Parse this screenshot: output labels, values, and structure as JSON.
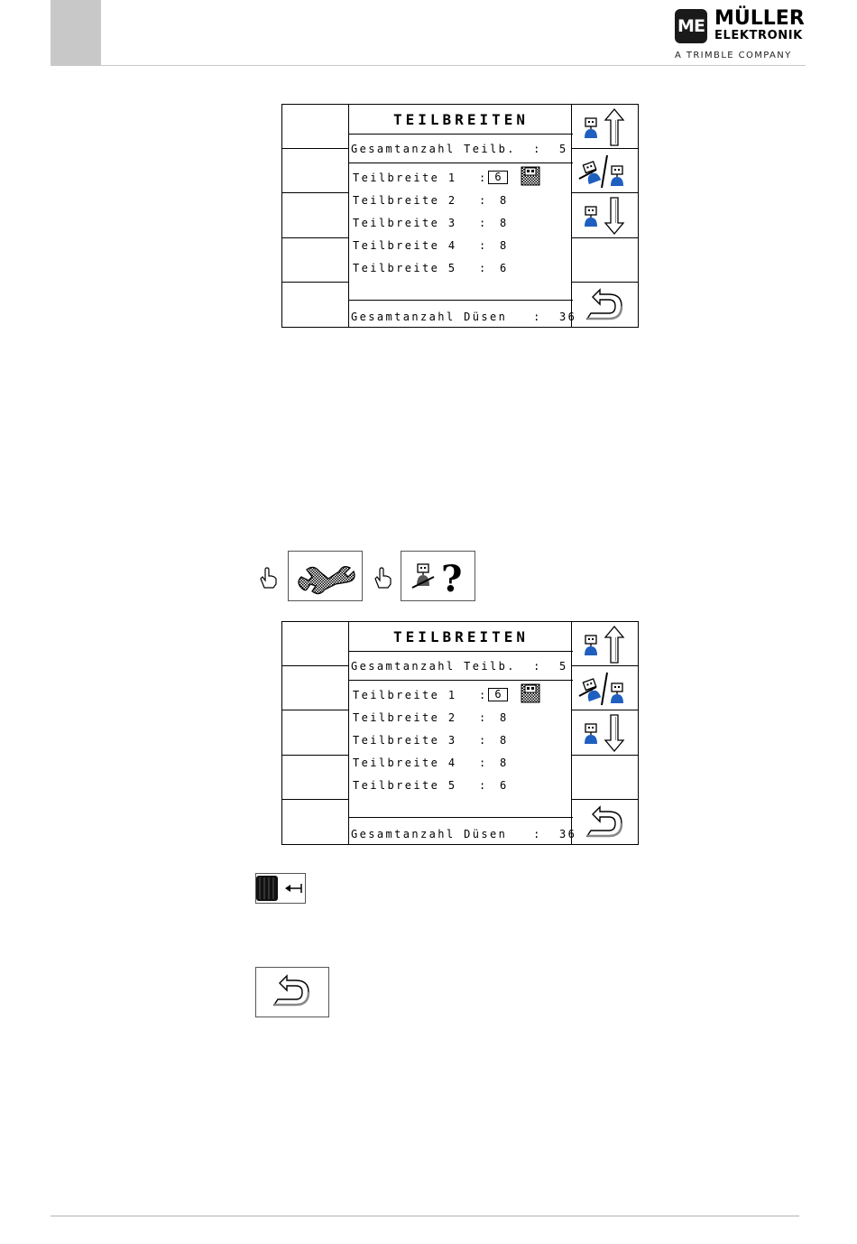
{
  "header": {
    "logo_mark": "ME",
    "brand_line1": "MÜLLER",
    "brand_line2": "ELEKTRONIK",
    "registered": "®",
    "tagline": "A TRIMBLE COMPANY"
  },
  "screens": [
    {
      "title": "TEILBREITEN",
      "total_label": "Gesamtanzahl Teilb.  :  5",
      "rows": [
        {
          "label": "Teilbreite 1",
          "sep": ":",
          "value": "6"
        },
        {
          "label": "Teilbreite 2",
          "sep": ":",
          "value": "8"
        },
        {
          "label": "Teilbreite 3",
          "sep": ":",
          "value": "8"
        },
        {
          "label": "Teilbreite 4",
          "sep": ":",
          "value": "8"
        },
        {
          "label": "Teilbreite 5",
          "sep": ":",
          "value": "6"
        }
      ],
      "nozzles_label": "Gesamtanzahl Düsen   :  36"
    },
    {
      "title": "TEILBREITEN",
      "total_label": "Gesamtanzahl Teilb.  :  5",
      "rows": [
        {
          "label": "Teilbreite 1",
          "sep": ":",
          "value": "6"
        },
        {
          "label": "Teilbreite 2",
          "sep": ":",
          "value": "8"
        },
        {
          "label": "Teilbreite 3",
          "sep": ":",
          "value": "8"
        },
        {
          "label": "Teilbreite 4",
          "sep": ":",
          "value": "8"
        },
        {
          "label": "Teilbreite 5",
          "sep": ":",
          "value": "6"
        }
      ],
      "nozzles_label": "Gesamtanzahl Düsen   :  36"
    }
  ],
  "icons": {
    "softkeys": [
      "person-up-arrow-icon",
      "person-switch-icon",
      "person-down-arrow-icon",
      "empty",
      "return-icon"
    ],
    "instruction_step1": [
      "pointing-hand-icon",
      "wrench-icon",
      "pointing-hand-icon",
      "person-question-icon"
    ],
    "knob": "rotary-knob-press-icon",
    "return_button": "return-icon"
  },
  "colors": {
    "person_blue": "#1f5fbf",
    "header_gray": "#c8c8c8"
  }
}
